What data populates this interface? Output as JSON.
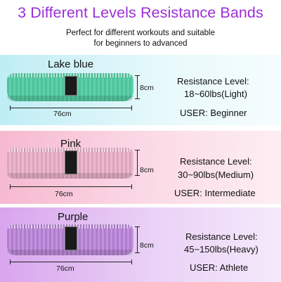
{
  "title": "3 Different Levels Resistance Bands",
  "subtitle_line1": "Perfect for different workouts and suitable",
  "subtitle_line2": "for beginners to advanced",
  "bands": [
    {
      "name": "Lake blue",
      "height": "8cm",
      "length": "76cm",
      "resistance_label": "Resistance Level:",
      "resistance_value": "18~60lbs(Light)",
      "user": "USER: Beginner",
      "color": "#4cc29a"
    },
    {
      "name": "Pink",
      "height": "8cm",
      "length": "76cm",
      "resistance_label": "Resistance Level:",
      "resistance_value": "30~90lbs(Medium)",
      "user": "USER: Intermediate",
      "color": "#dda4bb"
    },
    {
      "name": "Purple",
      "height": "8cm",
      "length": "76cm",
      "resistance_label": "Resistance Level:",
      "resistance_value": "45~150lbs(Heavy)",
      "user": "USER: Athlete",
      "color": "#b07ccf"
    }
  ]
}
